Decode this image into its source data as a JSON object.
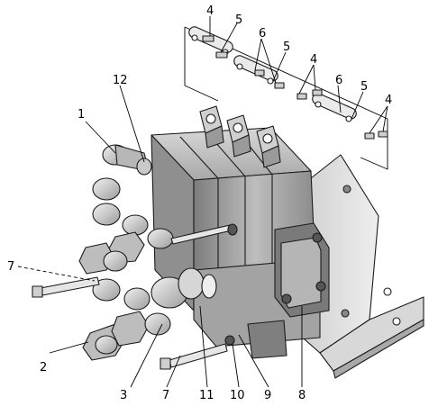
{
  "callouts": {
    "c1": "1",
    "c2": "2",
    "c3": "3",
    "c4a": "4",
    "c4b": "4",
    "c4c": "4",
    "c5a": "5",
    "c5b": "5",
    "c5c": "5",
    "c6a": "6",
    "c6b": "6",
    "c7a": "7",
    "c7b": "7",
    "c8": "8",
    "c9": "9",
    "c10": "10",
    "c11": "11",
    "c12": "12"
  },
  "colors": {
    "body_light": "#c4c4c4",
    "body_mid": "#9a9a9a",
    "body_dark": "#555555",
    "plate": "#e4e4e4",
    "fitting": "#d2d2d2",
    "outline": "#1b1b1b"
  }
}
